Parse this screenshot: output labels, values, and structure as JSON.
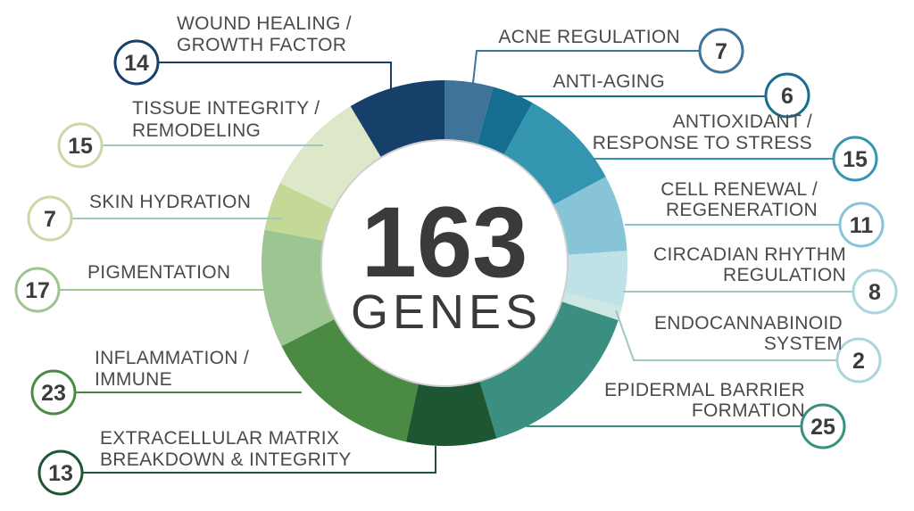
{
  "chart_data": {
    "type": "pie",
    "total": "163",
    "total_label": "GENES",
    "slices": [
      {
        "label": [
          "ACNE REGULATION"
        ],
        "value": 7,
        "color": "#3e7499"
      },
      {
        "label": [
          "ANTI-AGING"
        ],
        "value": 6,
        "color": "#156e8f"
      },
      {
        "label": [
          "ANTIOXIDANT /",
          "RESPONSE TO STRESS"
        ],
        "value": 15,
        "color": "#3495b1"
      },
      {
        "label": [
          "CELL RENEWAL /",
          "REGENERATION"
        ],
        "value": 11,
        "color": "#88c4d8"
      },
      {
        "label": [
          "CIRCADIAN RHYTHM",
          "REGULATION"
        ],
        "value": 8,
        "color": "#bfe1e8"
      },
      {
        "label": [
          "ENDOCANNABINOID",
          "SYSTEM"
        ],
        "value": 2,
        "color": "#cfe7e2"
      },
      {
        "label": [
          "EPIDERMAL BARRIER",
          "FORMATION"
        ],
        "value": 25,
        "color": "#3a8f81"
      },
      {
        "label": [
          "EXTRACELLULAR MATRIX",
          "BREAKDOWN & INTEGRITY"
        ],
        "value": 13,
        "color": "#1e5533"
      },
      {
        "label": [
          "INFLAMMATION /",
          "IMMUNE"
        ],
        "value": 23,
        "color": "#4a8a42"
      },
      {
        "label": [
          "PIGMENTATION"
        ],
        "value": 17,
        "color": "#9dc592"
      },
      {
        "label": [
          "SKIN HYDRATION"
        ],
        "value": 7,
        "color": "#c4d897"
      },
      {
        "label": [
          "TISSUE INTEGRITY /",
          "REMODELING"
        ],
        "value": 15,
        "color": "#dde8c8"
      },
      {
        "label": [
          "WOUND HEALING /",
          "GROWTH FACTOR"
        ],
        "value": 14,
        "color": "#16406a"
      }
    ]
  }
}
